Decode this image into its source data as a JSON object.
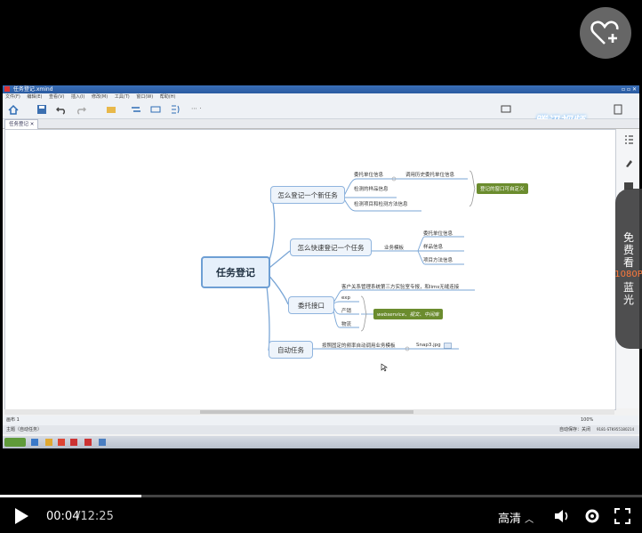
{
  "app": {
    "window_title": "任务登记.xmind",
    "menu": [
      "文件(F)",
      "编辑(E)",
      "查看(V)",
      "插入(I)",
      "修改(M)",
      "工具(T)",
      "窗口(W)",
      "帮助(H)"
    ],
    "tab_label": "任务登记 ✕",
    "status_left": "画布 1",
    "status_topic": "主题（自动任务）",
    "status_right": "自动保存：关闭",
    "status_user": "9181-STK955180214",
    "zoom": "100%",
    "watermark": "腾讯视频"
  },
  "mindmap": {
    "root": "任务登记",
    "branch1": "怎么登记一个新任务",
    "b1_items": [
      "委托单位信息",
      "检测的样品信息",
      "检测项目和检测方法信息"
    ],
    "b1_note": "调用历史委托单位信息",
    "b1_callout": "登记的窗口可自定义",
    "branch2": "怎么快速登记一个任务",
    "b2_item": "业务模板",
    "b2_subitems": [
      "委托单位信息",
      "样品信息",
      "项目方法信息"
    ],
    "branch3": "委托接口",
    "b3_top": "客户关系管理系统第三方实验室专报，和lims无缝连接",
    "b3_items": [
      "exp",
      "产销",
      "物流"
    ],
    "b3_callout": "webservice、视文、中间库",
    "branch4": "自动任务",
    "b4_item": "按照固定的频率自动调用业务模板",
    "b4_attachment": "Snap3.jpg"
  },
  "overlay": {
    "side_ad": [
      "免",
      "费",
      "看",
      "1080P",
      "蓝",
      "光"
    ]
  },
  "player": {
    "current_time": "00:04",
    "total_time": "/12:25",
    "quality": "高清",
    "progress": 0.22
  }
}
